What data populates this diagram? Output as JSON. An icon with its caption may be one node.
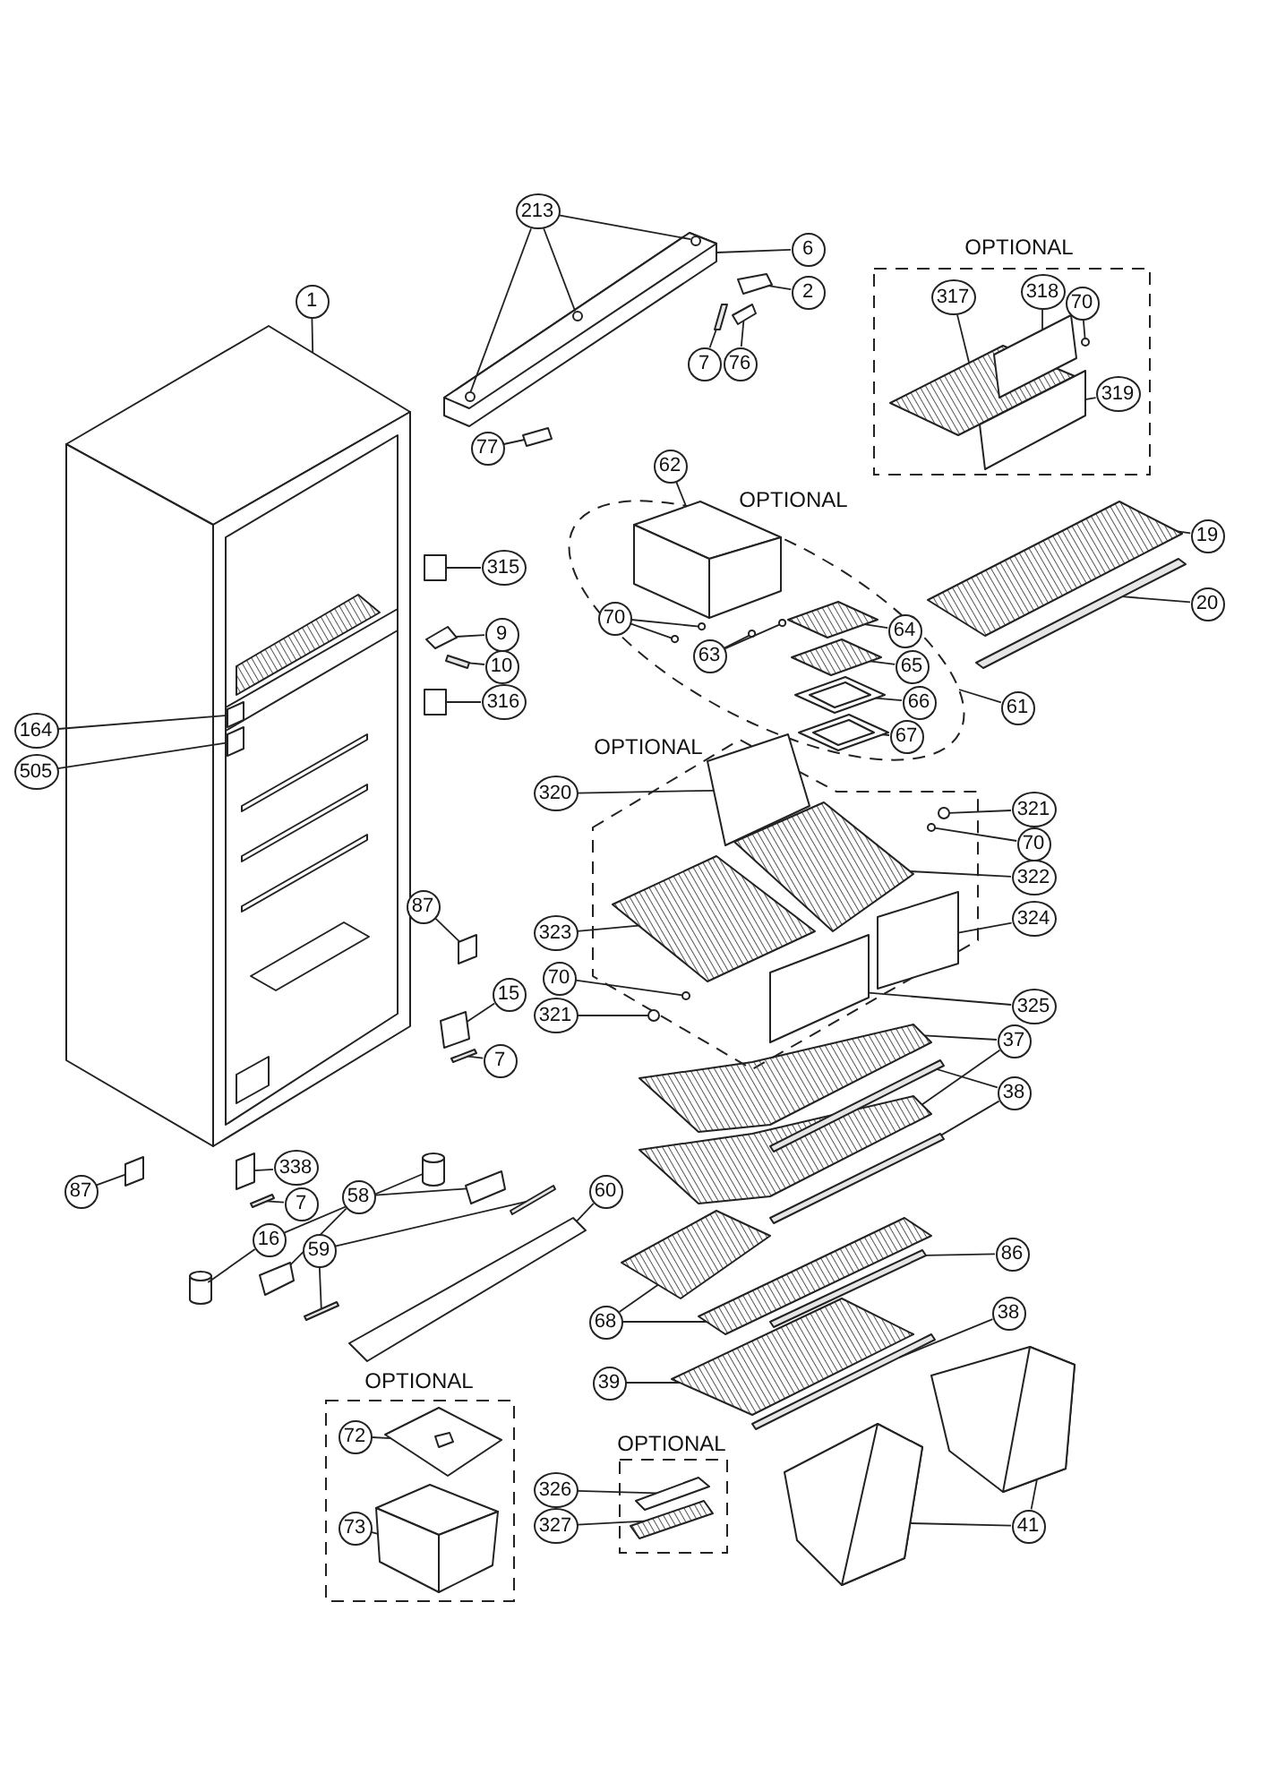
{
  "diagram": {
    "nodes": [
      {
        "text": [
          "OPTIONAL"
        ]
      },
      {
        "text": [
          "213"
        ]
      },
      {
        "text": [
          "6"
        ]
      },
      {
        "text": [
          "1"
        ]
      },
      {
        "text": [
          "2"
        ]
      },
      {
        "text": [
          "317"
        ],
        "in": 0
      },
      {
        "text": [
          "318"
        ],
        "in": 0
      },
      {
        "text": [
          "70"
        ],
        "in": 0
      },
      {
        "text": [
          "7"
        ]
      },
      {
        "text": [
          "76"
        ]
      },
      {
        "text": [
          "319"
        ],
        "in": 0
      },
      {
        "text": [
          "77"
        ]
      },
      {
        "text": [
          "62"
        ]
      },
      {
        "text": [
          "OPTIONAL"
        ]
      },
      {
        "text": [
          "19"
        ]
      },
      {
        "text": [
          "315"
        ]
      },
      {
        "text": [
          "70"
        ],
        "in": 13
      },
      {
        "text": [
          "20"
        ]
      },
      {
        "text": [
          "64"
        ],
        "in": 13
      },
      {
        "text": [
          "9"
        ]
      },
      {
        "text": [
          "63"
        ],
        "in": 13
      },
      {
        "text": [
          "10"
        ]
      },
      {
        "text": [
          "65"
        ],
        "in": 13
      },
      {
        "text": [
          "66"
        ],
        "in": 13
      },
      {
        "text": [
          "316"
        ]
      },
      {
        "text": [
          "61"
        ]
      },
      {
        "text": [
          "67"
        ],
        "in": 13
      },
      {
        "text": [
          "164"
        ]
      },
      {
        "text": [
          "OPTIONAL"
        ]
      },
      {
        "text": [
          "505"
        ]
      },
      {
        "text": [
          "320"
        ]
      },
      {
        "text": [
          "321"
        ]
      },
      {
        "text": [
          "70"
        ]
      },
      {
        "text": [
          "322"
        ]
      },
      {
        "text": [
          "324"
        ]
      },
      {
        "text": [
          "87"
        ]
      },
      {
        "text": [
          "323"
        ]
      },
      {
        "text": [
          "325"
        ]
      },
      {
        "text": [
          "70"
        ]
      },
      {
        "text": [
          "321"
        ]
      },
      {
        "text": [
          "15"
        ]
      },
      {
        "text": [
          "37"
        ]
      },
      {
        "text": [
          "7"
        ]
      },
      {
        "text": [
          "38"
        ]
      },
      {
        "text": [
          "87"
        ]
      },
      {
        "text": [
          "338"
        ]
      },
      {
        "text": [
          "7"
        ]
      },
      {
        "text": [
          "16"
        ]
      },
      {
        "text": [
          "58"
        ]
      },
      {
        "text": [
          "59"
        ]
      },
      {
        "text": [
          "60"
        ]
      },
      {
        "text": [
          "86"
        ]
      },
      {
        "text": [
          "68"
        ]
      },
      {
        "text": [
          "38"
        ]
      },
      {
        "text": [
          "OPTIONAL"
        ]
      },
      {
        "text": [
          "39"
        ]
      },
      {
        "text": [
          "72"
        ],
        "in": 54
      },
      {
        "text": [
          "OPTIONAL"
        ]
      },
      {
        "text": [
          "326"
        ]
      },
      {
        "text": [
          "73"
        ],
        "in": 54
      },
      {
        "text": [
          "327"
        ]
      },
      {
        "text": [
          "41"
        ]
      },
      {
        "text": [],
        "shape": "picture",
        "in": 13
      },
      {
        "text": [],
        "shape": "box",
        "in": 28
      },
      {
        "text": [],
        "shape": "circle",
        "in": 28
      },
      {
        "text": [],
        "shape": "circle",
        "in": 28
      },
      {
        "text": [],
        "shape": "picture",
        "in": 28
      },
      {
        "text": [],
        "shape": "box",
        "in": 28
      },
      {
        "text": [],
        "shape": "picture",
        "in": 28
      },
      {
        "text": [],
        "shape": "box",
        "in": 28
      },
      {
        "text": [],
        "shape": "circle",
        "in": 28
      },
      {
        "text": [],
        "shape": "circle",
        "in": 28
      },
      {
        "text": [],
        "shape": "box",
        "in": 57
      },
      {
        "text": [],
        "shape": "picture",
        "in": 57
      },
      {
        "text": [],
        "shape": "picture"
      },
      {
        "text": [],
        "shape": "picture"
      },
      {
        "text": [],
        "shape": "circle",
        "in": 75
      },
      {
        "text": [],
        "shape": "circle",
        "in": 75
      },
      {
        "text": [],
        "shape": "circle",
        "in": 75
      },
      {
        "text": [],
        "shape": "box"
      },
      {
        "text": [],
        "shape": "bar"
      },
      {
        "text": [],
        "shape": "box"
      },
      {
        "text": [],
        "shape": "box"
      },
      {
        "text": [],
        "shape": "picture",
        "in": 0
      },
      {
        "text": [],
        "shape": "box",
        "in": 0
      },
      {
        "text": [],
        "shape": "circle",
        "in": 0
      },
      {
        "text": [],
        "shape": "box",
        "in": 0
      },
      {
        "text": [],
        "shape": "picture"
      },
      {
        "text": [],
        "shape": "bar"
      },
      {
        "text": [],
        "shape": "box"
      },
      {
        "text": [],
        "shape": "circle",
        "in": 13
      },
      {
        "text": [],
        "shape": "circle",
        "in": 13
      },
      {
        "text": [],
        "shape": "picture",
        "in": 13
      },
      {
        "text": [],
        "shape": "circle",
        "in": 13
      },
      {
        "text": [],
        "shape": "circle",
        "in": 13
      },
      {
        "text": [],
        "shape": "box"
      },
      {
        "text": [],
        "shape": "bar"
      },
      {
        "text": [],
        "shape": "picture",
        "in": 13
      },
      {
        "text": [],
        "shape": "picture",
        "in": 13
      },
      {
        "text": [],
        "shape": "picture",
        "in": 13
      },
      {
        "text": [],
        "shape": "box"
      },
      {
        "text": [],
        "shape": "box",
        "in": 74
      },
      {
        "text": [],
        "shape": "box",
        "in": 74
      },
      {
        "text": [],
        "shape": "box"
      },
      {
        "text": [],
        "shape": "box"
      },
      {
        "text": [],
        "shape": "picture"
      },
      {
        "text": [],
        "shape": "picture"
      },
      {
        "text": [],
        "shape": "bar"
      },
      {
        "text": [],
        "shape": "bar"
      },
      {
        "text": [],
        "shape": "bar"
      },
      {
        "text": [],
        "shape": "box"
      },
      {
        "text": [],
        "shape": "box"
      },
      {
        "text": [],
        "shape": "bar"
      },
      {
        "text": [],
        "shape": "cylinder"
      },
      {
        "text": [],
        "shape": "cylinder"
      },
      {
        "text": [],
        "shape": "box"
      },
      {
        "text": [],
        "shape": "box"
      },
      {
        "text": [],
        "shape": "bar"
      },
      {
        "text": [],
        "shape": "bar"
      },
      {
        "text": [],
        "shape": "box"
      },
      {
        "text": [],
        "shape": "bar"
      },
      {
        "text": [],
        "shape": "picture"
      },
      {
        "text": [],
        "shape": "picture"
      },
      {
        "text": [],
        "shape": "bar"
      },
      {
        "text": [],
        "shape": "picture"
      },
      {
        "text": [],
        "shape": "picture",
        "in": 54
      },
      {
        "text": [],
        "shape": "picture",
        "in": 54
      },
      {
        "text": [],
        "shape": "picture"
      },
      {
        "text": [],
        "shape": "picture"
      }
    ],
    "edges": [
      {
        "from": 1,
        "to": 76,
        "arrow": "none"
      },
      {
        "from": 1,
        "to": 77,
        "arrow": "none"
      },
      {
        "from": 1,
        "to": 78,
        "arrow": "none"
      },
      {
        "from": 2,
        "to": 75,
        "arrow": "none"
      },
      {
        "from": 3,
        "to": 74,
        "arrow": "none"
      },
      {
        "from": 4,
        "to": 79,
        "arrow": "none"
      },
      {
        "from": 5,
        "to": 83,
        "arrow": "none"
      },
      {
        "from": 6,
        "to": 84,
        "arrow": "none"
      },
      {
        "from": 7,
        "to": 85,
        "arrow": "none"
      },
      {
        "from": 8,
        "to": 80,
        "arrow": "none"
      },
      {
        "from": 9,
        "to": 81,
        "arrow": "none"
      },
      {
        "from": 10,
        "to": 86,
        "arrow": "none"
      },
      {
        "from": 11,
        "to": 82,
        "arrow": "none"
      },
      {
        "from": 12,
        "to": 62,
        "arrow": "none"
      },
      {
        "from": 14,
        "to": 87,
        "arrow": "none"
      },
      {
        "from": 15,
        "to": 89,
        "arrow": "none"
      },
      {
        "from": 16,
        "to": 90,
        "arrow": "none"
      },
      {
        "from": 16,
        "to": 91,
        "arrow": "none"
      },
      {
        "from": 17,
        "to": 88,
        "arrow": "none"
      },
      {
        "from": 18,
        "to": 92,
        "arrow": "none"
      },
      {
        "from": 19,
        "to": 95,
        "arrow": "none"
      },
      {
        "from": 20,
        "to": 93,
        "arrow": "none"
      },
      {
        "from": 20,
        "to": 94,
        "arrow": "none"
      },
      {
        "from": 21,
        "to": 96,
        "arrow": "none"
      },
      {
        "from": 22,
        "to": 97,
        "arrow": "none"
      },
      {
        "from": 23,
        "to": 98,
        "arrow": "none"
      },
      {
        "from": 24,
        "to": 100,
        "arrow": "none"
      },
      {
        "from": 25,
        "to": 13,
        "arrow": "none"
      },
      {
        "from": 26,
        "to": 99,
        "arrow": "none"
      },
      {
        "from": 27,
        "to": 101,
        "arrow": "none"
      },
      {
        "from": 29,
        "to": 102,
        "arrow": "none"
      },
      {
        "from": 30,
        "to": 63,
        "arrow": "none"
      },
      {
        "from": 31,
        "to": 64,
        "arrow": "none"
      },
      {
        "from": 32,
        "to": 65,
        "arrow": "none"
      },
      {
        "from": 33,
        "to": 66,
        "arrow": "none"
      },
      {
        "from": 34,
        "to": 67,
        "arrow": "none"
      },
      {
        "from": 35,
        "to": 103,
        "arrow": "none"
      },
      {
        "from": 36,
        "to": 68,
        "arrow": "none"
      },
      {
        "from": 37,
        "to": 69,
        "arrow": "none"
      },
      {
        "from": 38,
        "to": 70,
        "arrow": "none"
      },
      {
        "from": 39,
        "to": 71,
        "arrow": "none"
      },
      {
        "from": 40,
        "to": 104,
        "arrow": "none"
      },
      {
        "from": 41,
        "to": 105,
        "arrow": "none"
      },
      {
        "from": 41,
        "to": 106,
        "arrow": "none"
      },
      {
        "from": 42,
        "to": 107,
        "arrow": "none"
      },
      {
        "from": 43,
        "to": 108,
        "arrow": "none"
      },
      {
        "from": 43,
        "to": 109,
        "arrow": "none"
      },
      {
        "from": 44,
        "to": 110,
        "arrow": "none"
      },
      {
        "from": 45,
        "to": 111,
        "arrow": "none"
      },
      {
        "from": 46,
        "to": 112,
        "arrow": "none"
      },
      {
        "from": 47,
        "to": 113,
        "arrow": "none"
      },
      {
        "from": 47,
        "to": 114,
        "arrow": "none"
      },
      {
        "from": 48,
        "to": 115,
        "arrow": "none"
      },
      {
        "from": 48,
        "to": 116,
        "arrow": "none"
      },
      {
        "from": 49,
        "to": 117,
        "arrow": "none"
      },
      {
        "from": 49,
        "to": 118,
        "arrow": "none"
      },
      {
        "from": 50,
        "to": 119,
        "arrow": "none"
      },
      {
        "from": 51,
        "to": 120,
        "arrow": "none"
      },
      {
        "from": 52,
        "to": 121,
        "arrow": "none"
      },
      {
        "from": 52,
        "to": 122,
        "arrow": "none"
      },
      {
        "from": 53,
        "to": 123,
        "arrow": "none"
      },
      {
        "from": 55,
        "to": 124,
        "arrow": "none"
      },
      {
        "from": 56,
        "to": 125,
        "arrow": "none"
      },
      {
        "from": 58,
        "to": 72,
        "arrow": "none"
      },
      {
        "from": 59,
        "to": 126,
        "arrow": "none"
      },
      {
        "from": 60,
        "to": 73,
        "arrow": "none"
      },
      {
        "from": 61,
        "to": 127,
        "arrow": "none"
      },
      {
        "from": 61,
        "to": 128,
        "arrow": "none"
      }
    ]
  }
}
